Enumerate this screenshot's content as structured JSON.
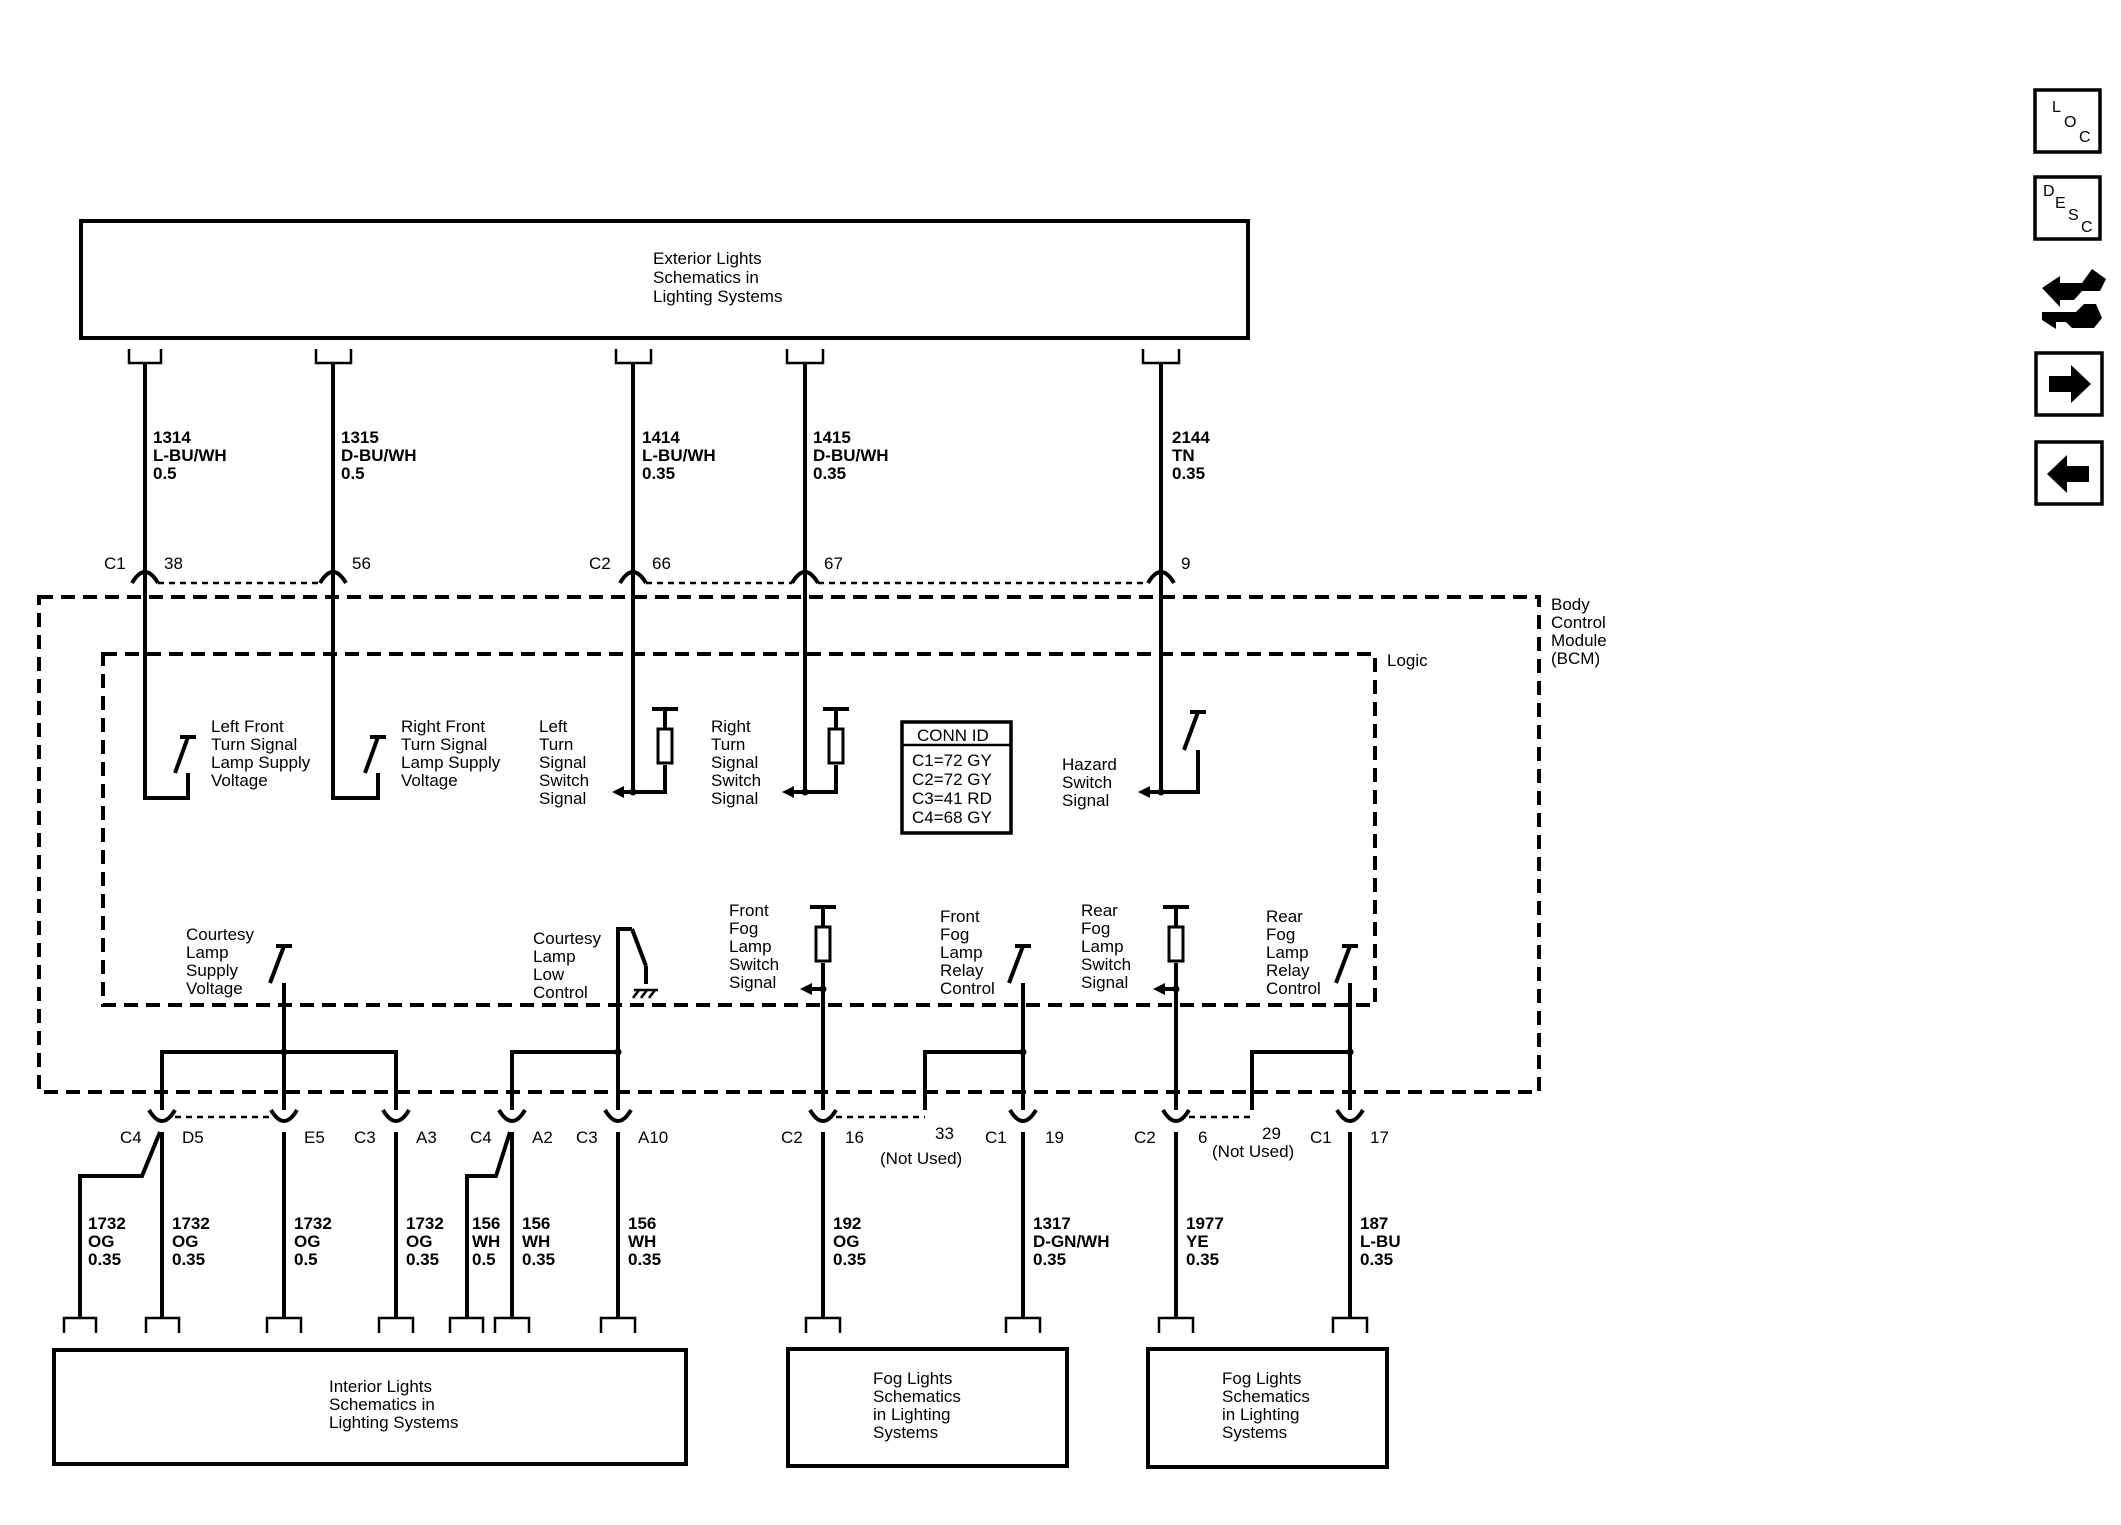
{
  "boxes": {
    "exterior": [
      "Exterior Lights",
      "Schematics in",
      "Lighting Systems"
    ],
    "interior": [
      "Interior Lights",
      "Schematics in",
      "Lighting Systems"
    ],
    "fog1": [
      "Fog Lights",
      "Schematics",
      "in Lighting",
      "Systems"
    ],
    "fog2": [
      "Fog Lights",
      "Schematics",
      "in Lighting",
      "Systems"
    ]
  },
  "module": {
    "name": [
      "Body",
      "Control",
      "Module",
      "(BCM)"
    ],
    "logic": "Logic"
  },
  "conn_id": {
    "title": "CONN ID",
    "lines": [
      "C1=72 GY",
      "C2=72 GY",
      "C3=41 RD",
      "C4=68 GY"
    ]
  },
  "top_wires": [
    {
      "circuit": "1314",
      "color": "L-BU/WH",
      "size": "0.5",
      "pin": "38",
      "conn": "C1"
    },
    {
      "circuit": "1315",
      "color": "D-BU/WH",
      "size": "0.5",
      "pin": "56",
      "conn": ""
    },
    {
      "circuit": "1414",
      "color": "L-BU/WH",
      "size": "0.35",
      "pin": "66",
      "conn": "C2"
    },
    {
      "circuit": "1415",
      "color": "D-BU/WH",
      "size": "0.35",
      "pin": "67",
      "conn": ""
    },
    {
      "circuit": "2144",
      "color": "TN",
      "size": "0.35",
      "pin": "9",
      "conn": ""
    }
  ],
  "inner_labels": {
    "lf_turn": [
      "Left Front",
      "Turn Signal",
      "Lamp Supply",
      "Voltage"
    ],
    "rf_turn": [
      "Right Front",
      "Turn Signal",
      "Lamp Supply",
      "Voltage"
    ],
    "l_turn_sw": [
      "Left",
      "Turn",
      "Signal",
      "Switch",
      "Signal"
    ],
    "r_turn_sw": [
      "Right",
      "Turn",
      "Signal",
      "Switch",
      "Signal"
    ],
    "hazard": [
      "Hazard",
      "Switch",
      "Signal"
    ],
    "courtesy_supply": [
      "Courtesy",
      "Lamp",
      "Supply",
      "Voltage"
    ],
    "courtesy_low": [
      "Courtesy",
      "Lamp",
      "Low",
      "Control"
    ],
    "front_fog_sw": [
      "Front",
      "Fog",
      "Lamp",
      "Switch",
      "Signal"
    ],
    "front_fog_relay": [
      "Front",
      "Fog",
      "Lamp",
      "Relay",
      "Control"
    ],
    "rear_fog_sw": [
      "Rear",
      "Fog",
      "Lamp",
      "Switch",
      "Signal"
    ],
    "rear_fog_relay": [
      "Rear",
      "Fog",
      "Lamp",
      "Relay",
      "Control"
    ]
  },
  "bottom_pins": {
    "c4_1": "C4",
    "d5": "D5",
    "e5": "E5",
    "c3_1": "C3",
    "a3": "A3",
    "c4_2": "C4",
    "a2": "A2",
    "c3_2": "C3",
    "a10": "A10",
    "c2_1": "C2",
    "p16": "16",
    "p33": "33",
    "c1_1": "C1",
    "p19": "19",
    "c2_2": "C2",
    "p6": "6",
    "p29": "29",
    "c1_2": "C1",
    "p17": "17",
    "not_used": "(Not Used)"
  },
  "bottom_wires": [
    {
      "circuit": "1732",
      "color": "OG",
      "size": "0.35"
    },
    {
      "circuit": "1732",
      "color": "OG",
      "size": "0.35"
    },
    {
      "circuit": "1732",
      "color": "OG",
      "size": "0.5"
    },
    {
      "circuit": "1732",
      "color": "OG",
      "size": "0.35"
    },
    {
      "circuit": "156",
      "color": "WH",
      "size": "0.5"
    },
    {
      "circuit": "156",
      "color": "WH",
      "size": "0.35"
    },
    {
      "circuit": "156",
      "color": "WH",
      "size": "0.35"
    },
    {
      "circuit": "192",
      "color": "OG",
      "size": "0.35"
    },
    {
      "circuit": "1317",
      "color": "D-GN/WH",
      "size": "0.35"
    },
    {
      "circuit": "1977",
      "color": "YE",
      "size": "0.35"
    },
    {
      "circuit": "187",
      "color": "L-BU",
      "size": "0.35"
    }
  ],
  "nav": {
    "loc": [
      "L",
      "O",
      "C"
    ],
    "desc": [
      "D",
      "E",
      "S",
      "C"
    ]
  }
}
